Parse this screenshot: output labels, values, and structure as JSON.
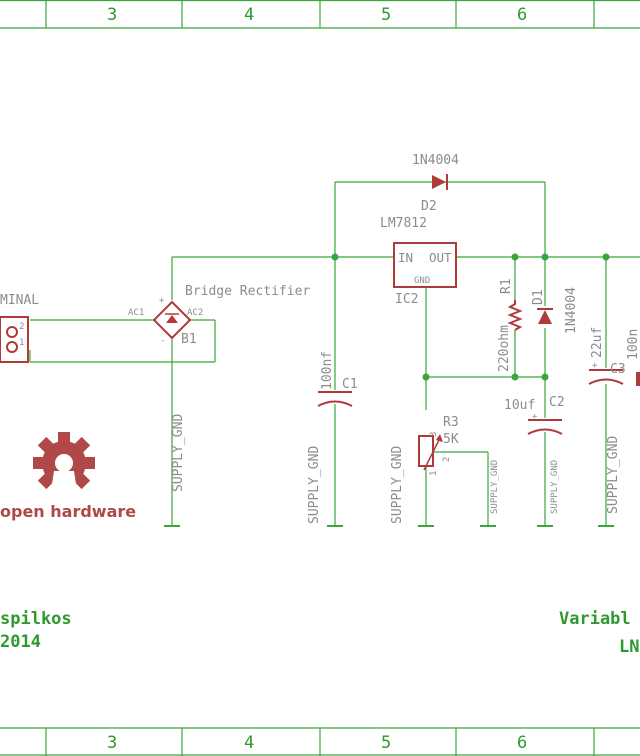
{
  "frame": {
    "columns": [
      "3",
      "4",
      "5",
      "6"
    ]
  },
  "components": {
    "d2": {
      "name": "D2",
      "value": "1N4004"
    },
    "ic2": {
      "name": "IC2",
      "value": "LM7812",
      "pin_in": "IN",
      "pin_out": "OUT",
      "pin_gnd": "GND"
    },
    "b1": {
      "name": "B1",
      "value": "Bridge Rectifier",
      "pin_ac1": "AC1",
      "pin_ac2": "AC2",
      "pin_plus": "+",
      "pin_minus": "-"
    },
    "terminal": {
      "partial_name": "MINAL",
      "pin1": "1",
      "pin2": "2"
    },
    "c1": {
      "name": "C1",
      "value": "100nf"
    },
    "r1": {
      "name": "R1",
      "value": "220ohm"
    },
    "d1": {
      "name": "D1",
      "value": "1N4004"
    },
    "c2": {
      "name": "C2",
      "value": "10uf"
    },
    "r3": {
      "name": "R3",
      "value": "5K",
      "pin1": "1",
      "pin2": "2",
      "pin3": "3"
    },
    "c3": {
      "name": "C3",
      "value": "22uf",
      "partial_value2": "100n"
    }
  },
  "supply_labels": {
    "gnd": "SUPPLY_GND"
  },
  "logo": {
    "text": "open hardware"
  },
  "title_block": {
    "author_partial": "spilkos",
    "year_partial": "2014",
    "title_partial": "Variabl",
    "subtitle_partial": "LN"
  }
}
